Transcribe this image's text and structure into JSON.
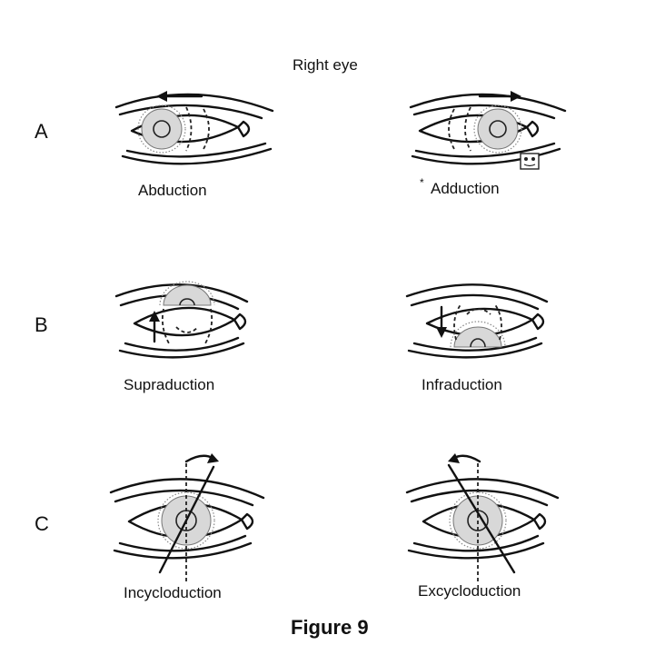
{
  "title": "Right eye",
  "rows": [
    {
      "label": "A",
      "left_caption": "Abduction",
      "right_caption": "Adduction",
      "right_mark": "*"
    },
    {
      "label": "B",
      "left_caption": "Supraduction",
      "right_caption": "Infraduction"
    },
    {
      "label": "C",
      "left_caption": "Incycloduction",
      "right_caption": "Excycloduction"
    }
  ],
  "figure_caption": "Figure 9"
}
